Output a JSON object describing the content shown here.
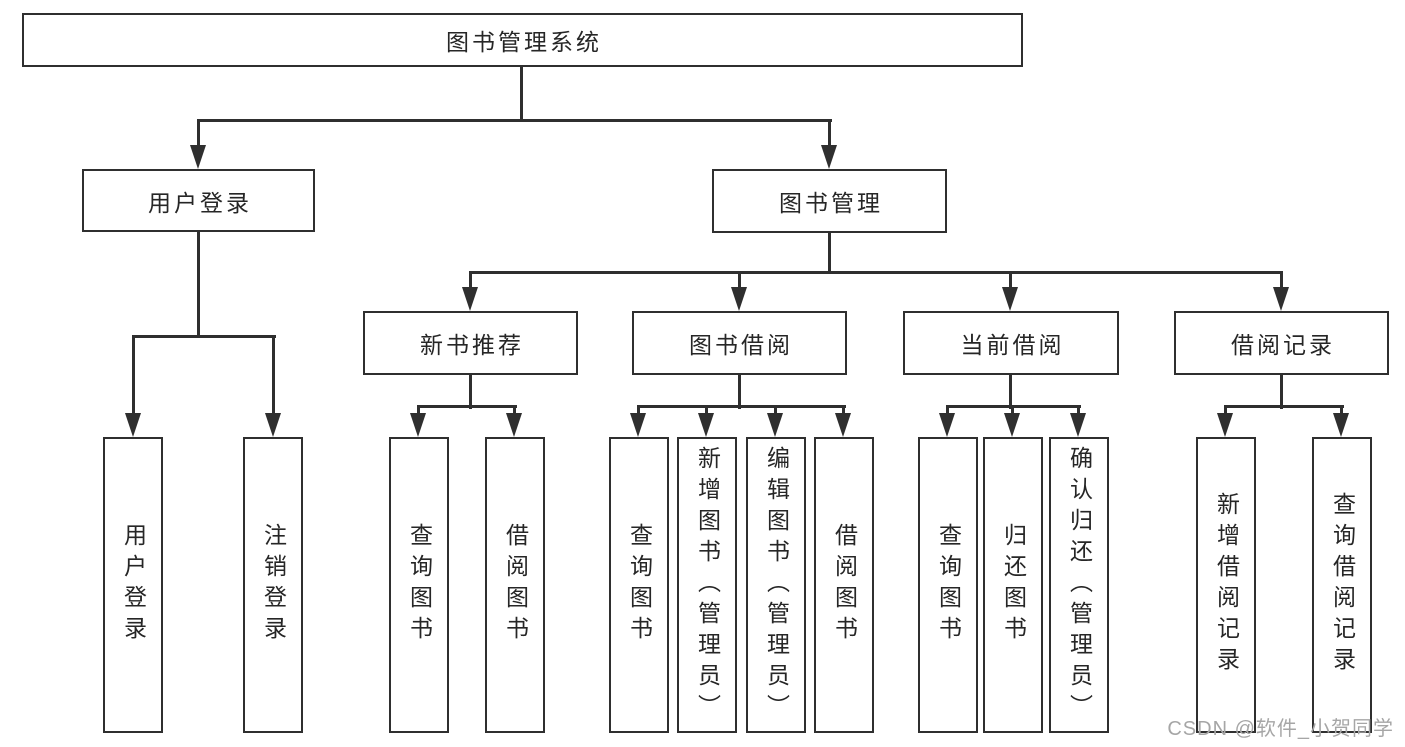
{
  "colors": {
    "line": "#2f2f2f",
    "text": "#262626",
    "wm": "#a6a6a6",
    "bg": "#ffffff"
  },
  "watermark": {
    "text": "CSDN @软件_小贺同学"
  },
  "tree": {
    "root": {
      "label": "图书管理系统",
      "children": [
        {
          "label": "用户登录",
          "children": [
            {
              "label": "用户登录"
            },
            {
              "label": "注销登录"
            }
          ]
        },
        {
          "label": "图书管理",
          "children": [
            {
              "label": "新书推荐",
              "children": [
                {
                  "label": "查询图书"
                },
                {
                  "label": "借阅图书"
                }
              ]
            },
            {
              "label": "图书借阅",
              "children": [
                {
                  "label": "查询图书"
                },
                {
                  "label": "新增图书（管理员）"
                },
                {
                  "label": "编辑图书（管理员）"
                },
                {
                  "label": "借阅图书"
                }
              ]
            },
            {
              "label": "当前借阅",
              "children": [
                {
                  "label": "查询图书"
                },
                {
                  "label": "归还图书"
                },
                {
                  "label": "确认归还（管理员）"
                }
              ]
            },
            {
              "label": "借阅记录",
              "children": [
                {
                  "label": "新增借阅记录"
                },
                {
                  "label": "查询借阅记录"
                }
              ]
            }
          ]
        }
      ]
    }
  }
}
